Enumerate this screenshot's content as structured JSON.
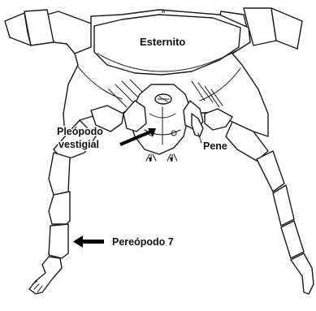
{
  "figure": {
    "labels": {
      "top_mark": "A",
      "sternite": "Esternito",
      "pleopod_line1": "Pleópodo",
      "pleopod_line2": "vestigial",
      "penis": "Pene",
      "pereopod": "Pereópodo 7"
    }
  }
}
